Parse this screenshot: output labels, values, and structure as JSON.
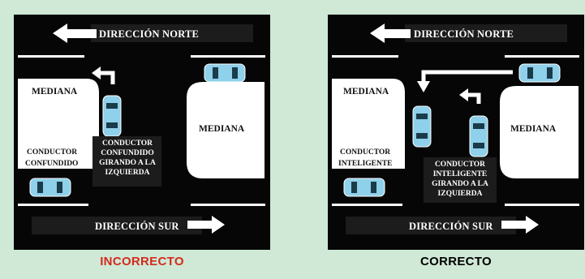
{
  "colors": {
    "background": "#cfe9d6",
    "road": "#050605",
    "median": "#ffffff",
    "car": "#8fd0ea",
    "arrow": "#ffffff",
    "incorrect": "#d32a1e",
    "correct": "#000000"
  },
  "panels": [
    {
      "north_label": "DIRECCIÓN NORTE",
      "south_label": "DIRECCIÓN SUR",
      "median_left_label": "MEDIANA",
      "median_right_label": "MEDIANA",
      "median_driver_lines": [
        "CONDUCTOR",
        "CONFUNDIDO"
      ],
      "turning_driver_lines": [
        "CONDUCTOR",
        "CONFUNDIDO",
        "GIRANDO A LA",
        "IZQUIERDA"
      ],
      "caption": "INCORRECTO"
    },
    {
      "north_label": "DIRECCIÓN NORTE",
      "south_label": "DIRECCIÓN SUR",
      "median_left_label": "MEDIANA",
      "median_right_label": "MEDIANA",
      "median_driver_lines": [
        "CONDUCTOR",
        "INTELIGENTE"
      ],
      "turning_driver_lines": [
        "CONDUCTOR",
        "INTELIGENTE",
        "GIRANDO A LA",
        "IZQUIERDA"
      ],
      "caption": "CORRECTO"
    }
  ]
}
